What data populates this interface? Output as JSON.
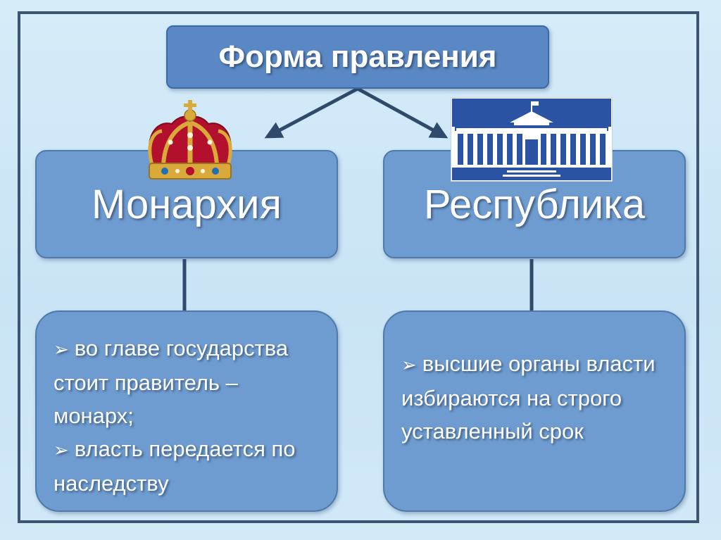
{
  "title": "Форма правления",
  "branches": [
    {
      "heading": "Монархия",
      "icon": "crown-icon",
      "bullets": [
        "во главе государства стоит правитель – монарх;",
        "власть передается по наследству"
      ]
    },
    {
      "heading": "Республика",
      "icon": "government-building-icon",
      "bullets": [
        "высшие органы власти избираются на строго уставленный срок"
      ]
    }
  ],
  "bullet_marker": "➢",
  "colors": {
    "background": "#d6ecf9",
    "frame": "#3b5573",
    "box_fill": "#6f9cd0",
    "title_fill": "#5a88c4",
    "arrow": "#2f4a6a",
    "crown_velvet": "#b3102e",
    "crown_gold": "#d9a93a",
    "building_blue": "#2a53a3"
  }
}
